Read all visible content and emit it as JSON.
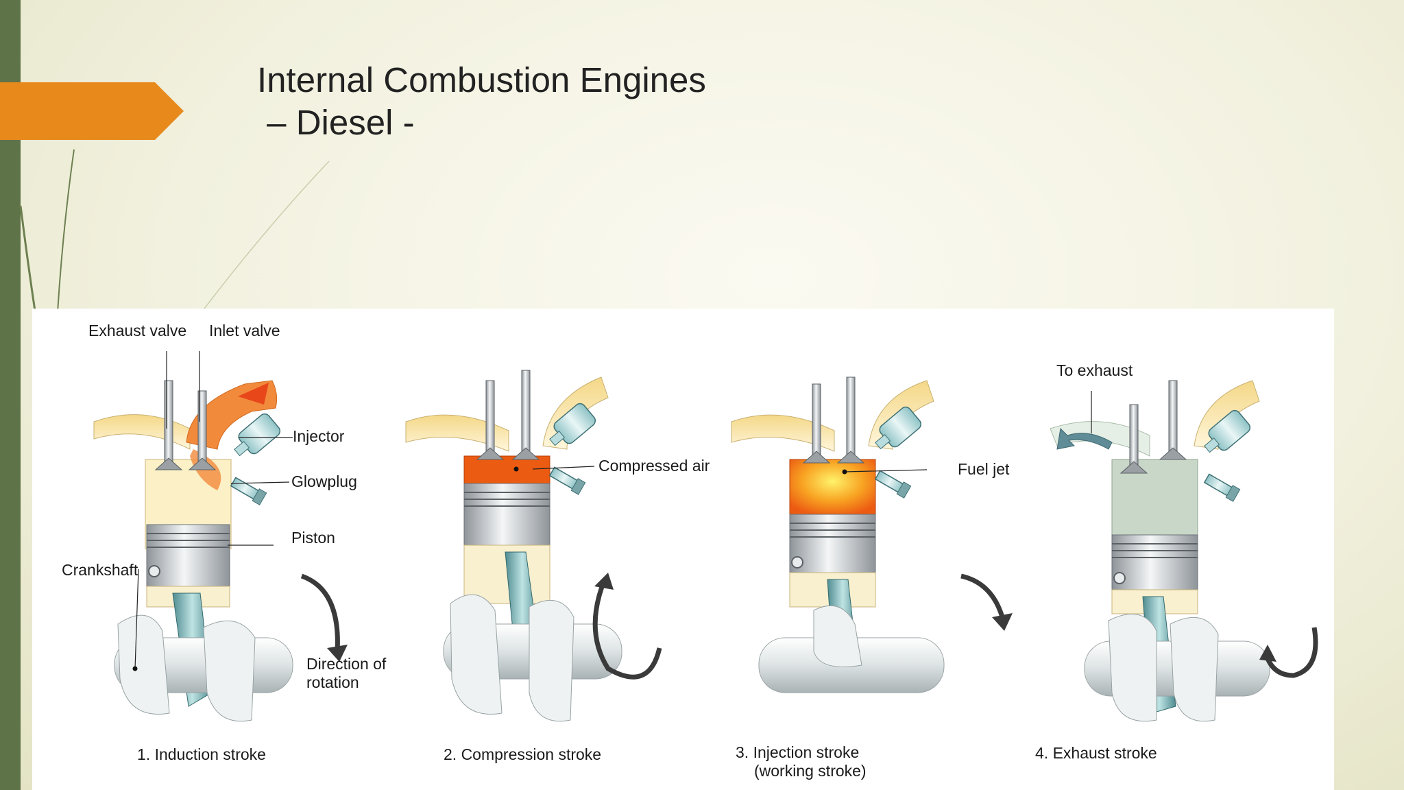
{
  "slide": {
    "title_line1": "Internal Combustion Engines",
    "title_line2": " – Diesel -",
    "accent_color": "#e8891c",
    "sidebar_color": "#5f7348"
  },
  "diagram": {
    "labels": {
      "exhaust_valve": "Exhaust valve",
      "inlet_valve": "Inlet valve",
      "injector": "Injector",
      "glowplug": "Glowplug",
      "piston": "Piston",
      "crankshaft": "Crankshaft",
      "direction_line1": "Direction of",
      "direction_line2": "rotation",
      "compressed_air": "Compressed air",
      "fuel_jet": "Fuel jet",
      "to_exhaust": "To exhaust"
    },
    "captions": {
      "stroke1": "1. Induction stroke",
      "stroke2": "2. Compression stroke",
      "stroke3_line1": "3. Injection stroke",
      "stroke3_line2": "(working stroke)",
      "stroke4": "4. Exhaust stroke"
    }
  }
}
